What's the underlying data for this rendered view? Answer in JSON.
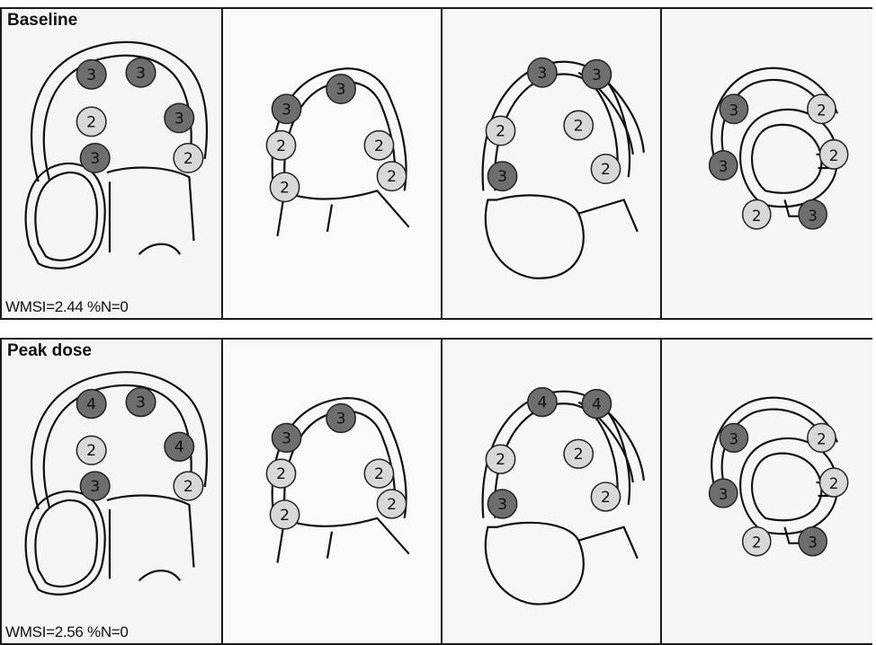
{
  "colors": {
    "dark_segment": "#6e6e6e",
    "light_segment": "#d8d8d8"
  },
  "rows": [
    {
      "label": "Baseline",
      "wmsi": "WMSI=2.44 %N=0",
      "panels": [
        {
          "view": "four-chamber",
          "scores": [
            "3",
            "3",
            "2",
            "3",
            "3",
            "2"
          ]
        },
        {
          "view": "two-chamber",
          "scores": [
            "3",
            "3",
            "2",
            "2",
            "2",
            "2"
          ]
        },
        {
          "view": "apical-long-axis",
          "scores": [
            "3",
            "3",
            "2",
            "2",
            "3",
            "2"
          ]
        },
        {
          "view": "short-axis",
          "scores": [
            "3",
            "2",
            "3",
            "2",
            "2",
            "3"
          ]
        }
      ]
    },
    {
      "label": "Peak dose",
      "wmsi": "WMSI=2.56 %N=0",
      "panels": [
        {
          "view": "four-chamber",
          "scores": [
            "4",
            "3",
            "2",
            "4",
            "3",
            "2"
          ]
        },
        {
          "view": "two-chamber",
          "scores": [
            "3",
            "3",
            "2",
            "2",
            "2",
            "2"
          ]
        },
        {
          "view": "apical-long-axis",
          "scores": [
            "4",
            "4",
            "2",
            "2",
            "3",
            "2"
          ]
        },
        {
          "view": "short-axis",
          "scores": [
            "3",
            "2",
            "3",
            "2",
            "2",
            "3"
          ]
        }
      ]
    }
  ]
}
